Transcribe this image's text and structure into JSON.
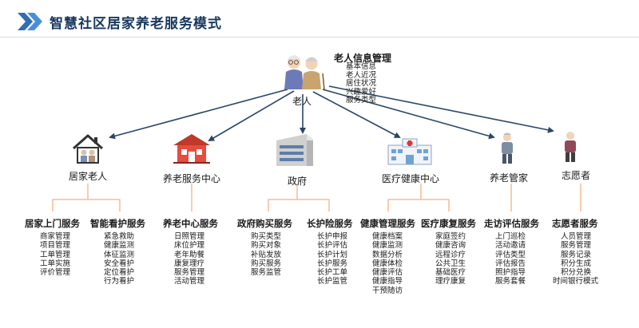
{
  "title": "智慧社区居家养老服务模式",
  "elder": {
    "label": "老人",
    "info_title": "老人信息管理",
    "info_items": [
      "基本信息",
      "老人近况",
      "居住状况",
      "兴趣爱好",
      "服务类型"
    ]
  },
  "nodes": [
    {
      "label": "居家老人",
      "icon": "home-icon"
    },
    {
      "label": "养老服务中心",
      "icon": "service-center-building-icon"
    },
    {
      "label": "政府",
      "icon": "government-building-icon"
    },
    {
      "label": "医疗健康中心",
      "icon": "hospital-icon"
    },
    {
      "label": "养老管家",
      "icon": "caretaker-person-icon"
    },
    {
      "label": "志愿者",
      "icon": "volunteer-person-icon"
    }
  ],
  "groups": [
    {
      "title": "居家上门服务",
      "items": [
        "商家管理",
        "项目管理",
        "工单管理",
        "工单实施",
        "评价管理"
      ]
    },
    {
      "title": "智能看护服务",
      "items": [
        "紧急救助",
        "健康监测",
        "体征监测",
        "安全看护",
        "定位看护",
        "行为看护"
      ]
    },
    {
      "title": "养老中心服务",
      "items": [
        "日照管理",
        "床位护理",
        "老年助餐",
        "康复理疗",
        "服务管理",
        "活动管理"
      ]
    },
    {
      "title": "政府购买服务",
      "items": [
        "购买类型",
        "购买对象",
        "补贴发放",
        "购买服务",
        "服务监管"
      ]
    },
    {
      "title": "长护险服务",
      "items": [
        "长护申报",
        "长护评估",
        "长护计划",
        "长护服务",
        "长护工单",
        "长护监管"
      ]
    },
    {
      "title": "健康管理服务",
      "items": [
        "健康档案",
        "健康监测",
        "数据分析",
        "健康体检",
        "健康评估",
        "健康指导",
        "干预随访"
      ]
    },
    {
      "title": "医疗康复服务",
      "items": [
        "家庭签约",
        "健康咨询",
        "远程诊疗",
        "公共卫生",
        "基础医疗",
        "理疗康复"
      ]
    },
    {
      "title": "走访评估服务",
      "items": [
        "上门巡检",
        "活动邀请",
        "评估类型",
        "评估报告",
        "照护指导",
        "服务套餐"
      ]
    },
    {
      "title": "志愿者服务",
      "items": [
        "人员管理",
        "服务管理",
        "服务记录",
        "积分生成",
        "积分兑换",
        "时间银行模式"
      ]
    }
  ],
  "colors": {
    "title": "#17375e",
    "chevron": "#2f6db5",
    "arrow": "#2a4566",
    "bracket": "#f4b183"
  }
}
